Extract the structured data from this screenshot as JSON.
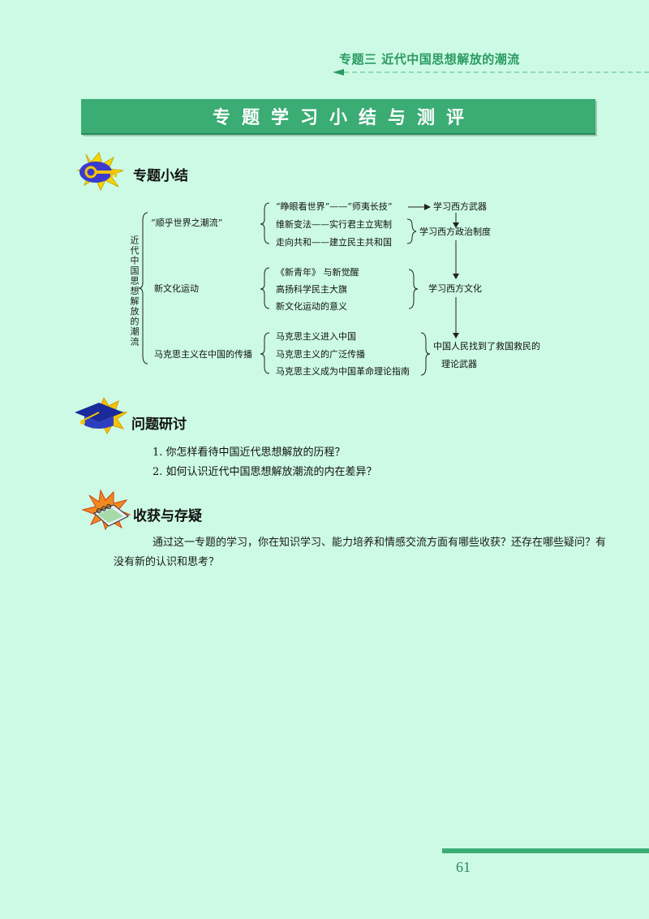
{
  "header": {
    "chapter_title": "专题三  近代中国思想解放的潮流"
  },
  "banner": {
    "title": "专题学习小结与测评"
  },
  "sections": {
    "summary": {
      "title": "专题小结",
      "concept_map": {
        "root": "近代中国思想解放的潮流",
        "branches": [
          {
            "label": "“顺乎世界之潮流”",
            "items": [
              "“睁眼看世界”——“师夷长技”",
              "维新变法——实行君主立宪制",
              "走向共和——建立民主共和国"
            ]
          },
          {
            "label": "新文化运动",
            "items": [
              "《新青年》 与新觉醒",
              "高扬科学民主大旗",
              "新文化运动的意义"
            ]
          },
          {
            "label": "马克思主义在中国的传播",
            "items": [
              "马克思主义进入中国",
              "马克思主义的广泛传播",
              "马克思主义成为中国革命理论指南"
            ]
          }
        ],
        "outcomes": [
          "学习西方武器",
          "学习西方政治制度",
          "学习西方文化",
          "中国人民找到了救国救民的",
          "理论武器"
        ]
      }
    },
    "discussion": {
      "title": "问题研讨",
      "questions": [
        "1. 你怎样看待中国近代思想解放的历程？",
        "2. 如何认识近代中国思想解放潮流的内在差异？"
      ]
    },
    "harvest": {
      "title": "收获与存疑",
      "text": "通过这一专题的学习，你在知识学习、能力培养和情感交流方面有哪些收获？还存在哪些疑问？有没有新的认识和思考？"
    }
  },
  "footer": {
    "page_number": "61"
  },
  "colors": {
    "page_background": "#ccfae4",
    "accent_green": "#3aac74",
    "header_text": "#2a9a60"
  }
}
